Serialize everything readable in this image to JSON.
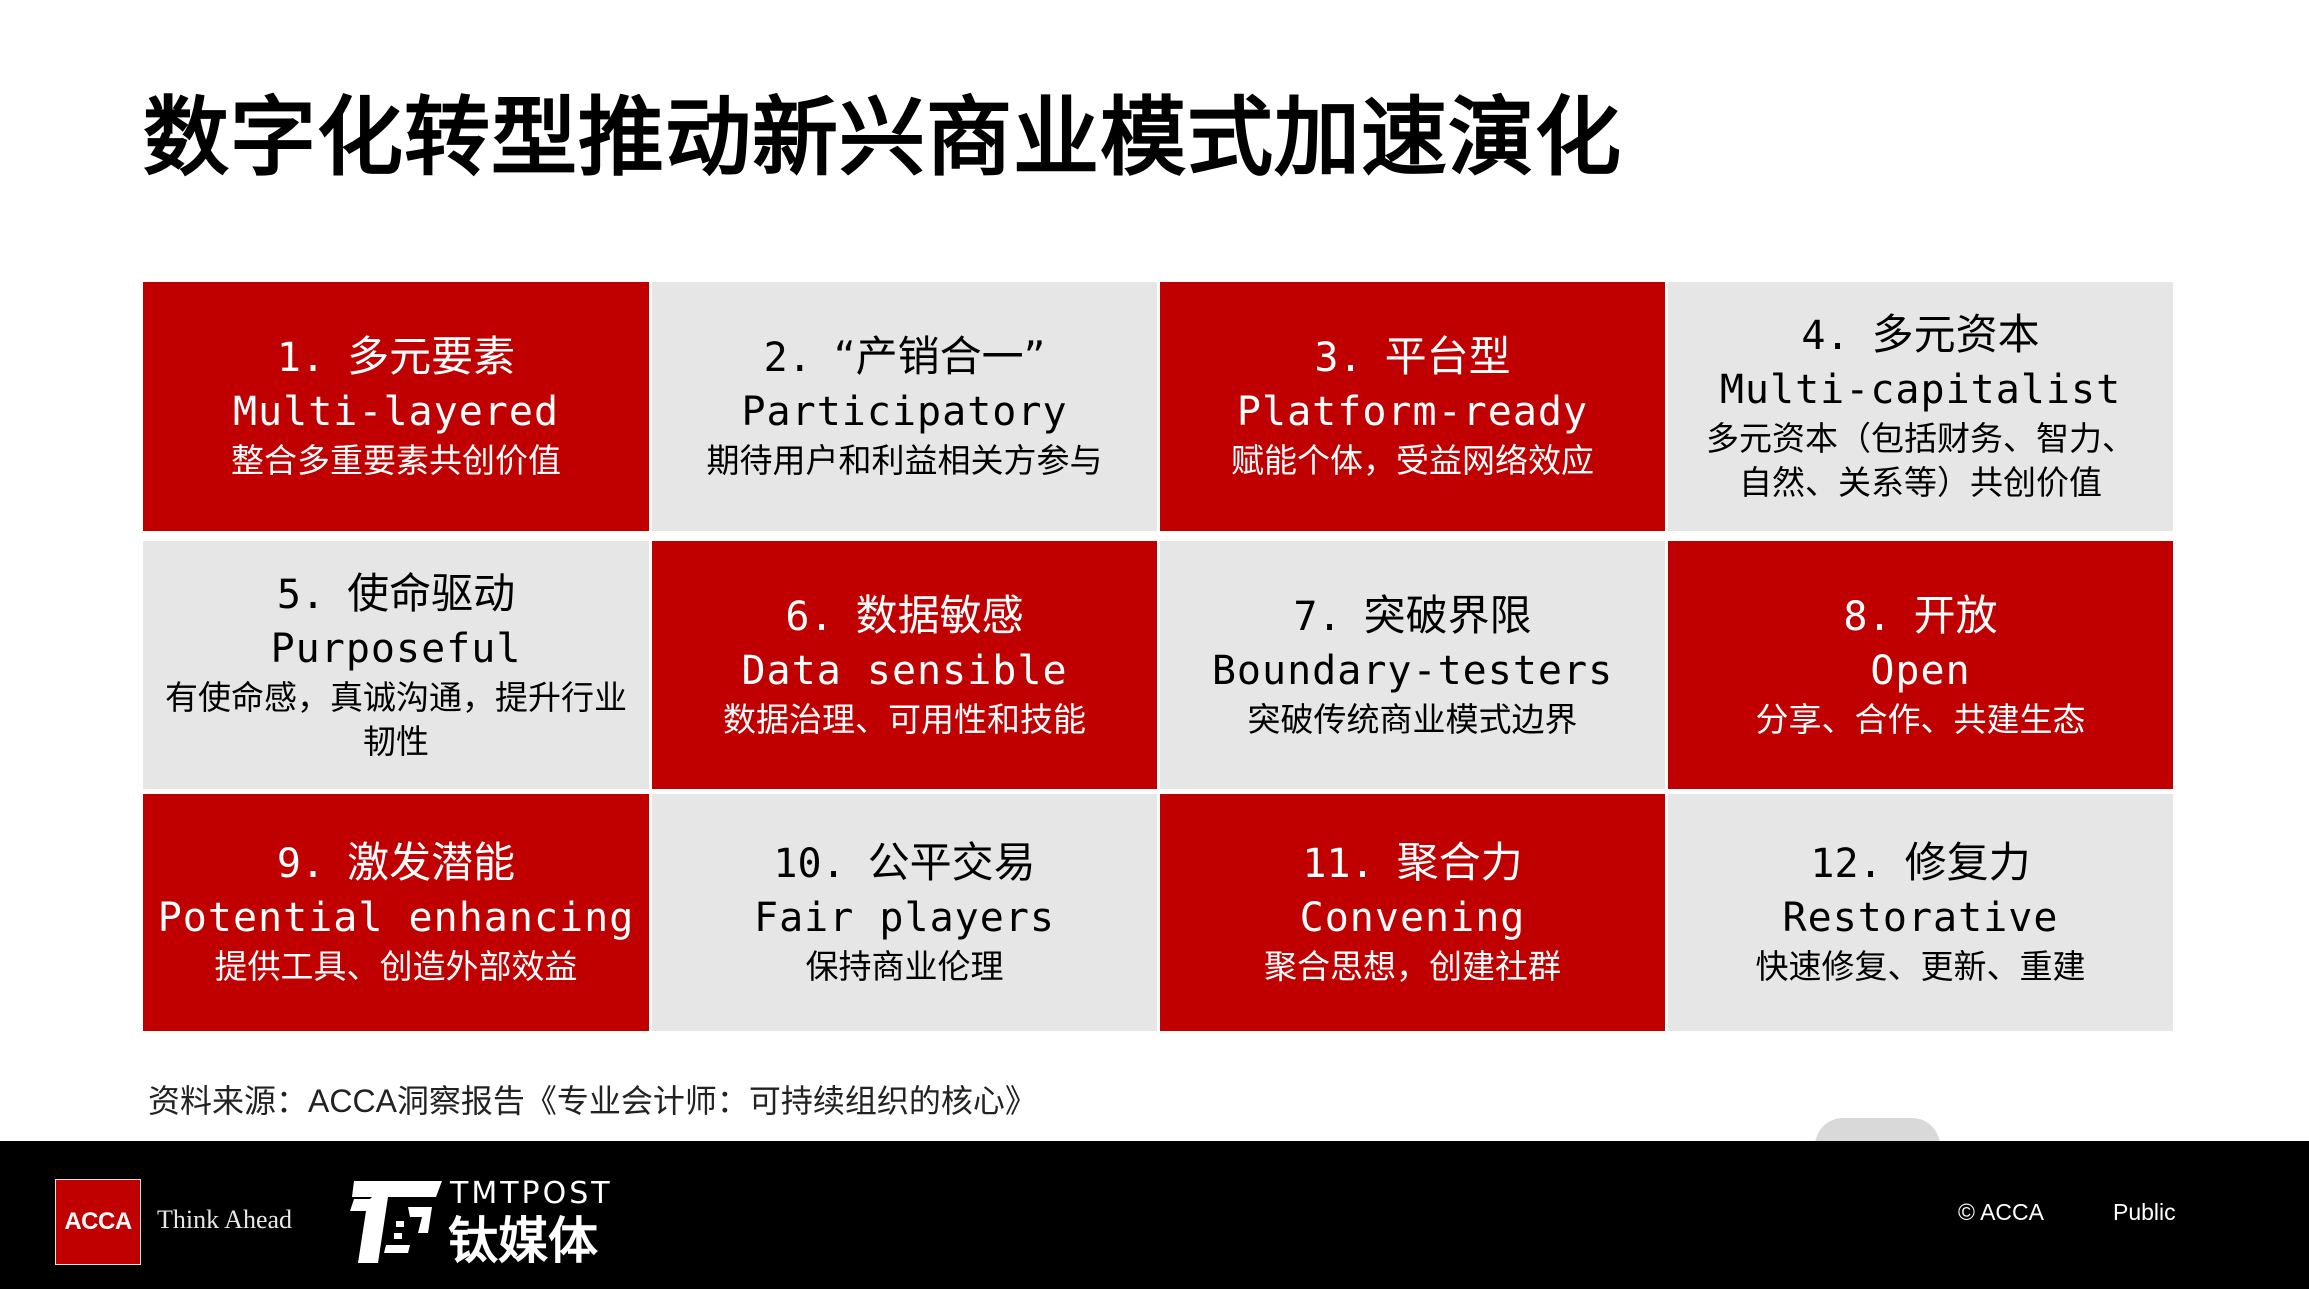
{
  "slide": {
    "title": "数字化转型推动新兴商业模式加速演化",
    "colors": {
      "red": "#C00000",
      "grey": "#E6E6E6",
      "footer_bg": "#000000"
    }
  },
  "grid": {
    "cells": [
      {
        "num": "1.",
        "title": "多元要素",
        "en": "Multi-layered",
        "desc": "整合多重要素共创价值",
        "style": "red"
      },
      {
        "num": "2.",
        "title": "“产销合一”",
        "en": "Participatory",
        "desc": "期待用户和利益相关方参与",
        "style": "grey"
      },
      {
        "num": "3.",
        "title": "平台型",
        "en": "Platform-ready",
        "desc": "赋能个体，受益网络效应",
        "style": "red"
      },
      {
        "num": "4.",
        "title": "多元资本",
        "en": "Multi-capitalist",
        "desc": "多元资本（包括财务、智力、自然、关系等）共创价值",
        "style": "grey"
      },
      {
        "num": "5.",
        "title": "使命驱动",
        "en": "Purposeful",
        "desc": "有使命感，真诚沟通，提升行业韧性",
        "style": "grey"
      },
      {
        "num": "6.",
        "title": "数据敏感",
        "en": "Data sensible",
        "desc": "数据治理、可用性和技能",
        "style": "red"
      },
      {
        "num": "7.",
        "title": "突破界限",
        "en": "Boundary-testers",
        "desc": "突破传统商业模式边界",
        "style": "grey"
      },
      {
        "num": "8.",
        "title": "开放",
        "en": "Open",
        "desc": "分享、合作、共建生态",
        "style": "red"
      },
      {
        "num": "9.",
        "title": "激发潜能",
        "en": "Potential enhancing",
        "desc": "提供工具、创造外部效益",
        "style": "red"
      },
      {
        "num": "10.",
        "title": "公平交易",
        "en": "Fair players",
        "desc": "保持商业伦理",
        "style": "grey"
      },
      {
        "num": "11.",
        "title": "聚合力",
        "en": "Convening",
        "desc": "聚合思想，创建社群",
        "style": "red"
      },
      {
        "num": "12.",
        "title": "修复力",
        "en": "Restorative",
        "desc": "快速修复、更新、重建",
        "style": "grey"
      }
    ]
  },
  "source": {
    "prefix": "资料来源：",
    "org": "ACCA",
    "text": "洞察报告《专业会计师：可持续组织的核心》"
  },
  "footer": {
    "acca_logo": "ACCA",
    "acca_tagline": "Think Ahead",
    "tmtpost_en": "TMTPOST",
    "tmtpost_cn": "钛媒体",
    "copyright": "© ACCA",
    "classification": "Public"
  }
}
